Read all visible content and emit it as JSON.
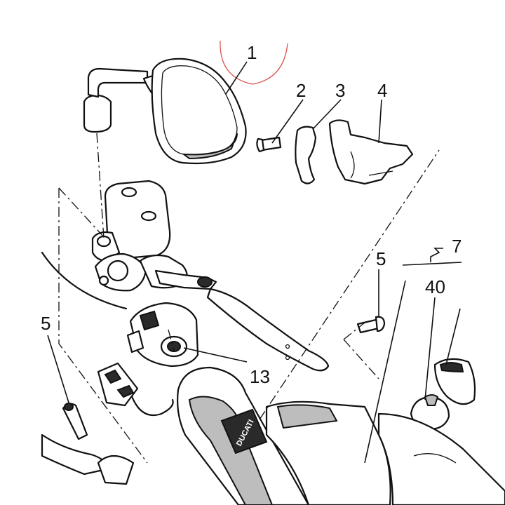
{
  "diagram": {
    "callouts": [
      {
        "id": "1",
        "label": "1"
      },
      {
        "id": "2",
        "label": "2"
      },
      {
        "id": "3",
        "label": "3"
      },
      {
        "id": "4",
        "label": "4"
      },
      {
        "id": "5a",
        "label": "5"
      },
      {
        "id": "5b",
        "label": "5"
      },
      {
        "id": "7",
        "label": "7"
      },
      {
        "id": "13",
        "label": "13"
      },
      {
        "id": "40",
        "label": "40"
      }
    ],
    "grip_text": "DUCATI",
    "highlight_color": "#d9534f",
    "parts": [
      "mirror",
      "screw",
      "upper-clamp",
      "clutch-master-bracket",
      "master-cylinder",
      "clutch-lever",
      "switch-block",
      "connector",
      "handlebar-grip",
      "bulb",
      "indicator",
      "headlight-fairing"
    ]
  }
}
